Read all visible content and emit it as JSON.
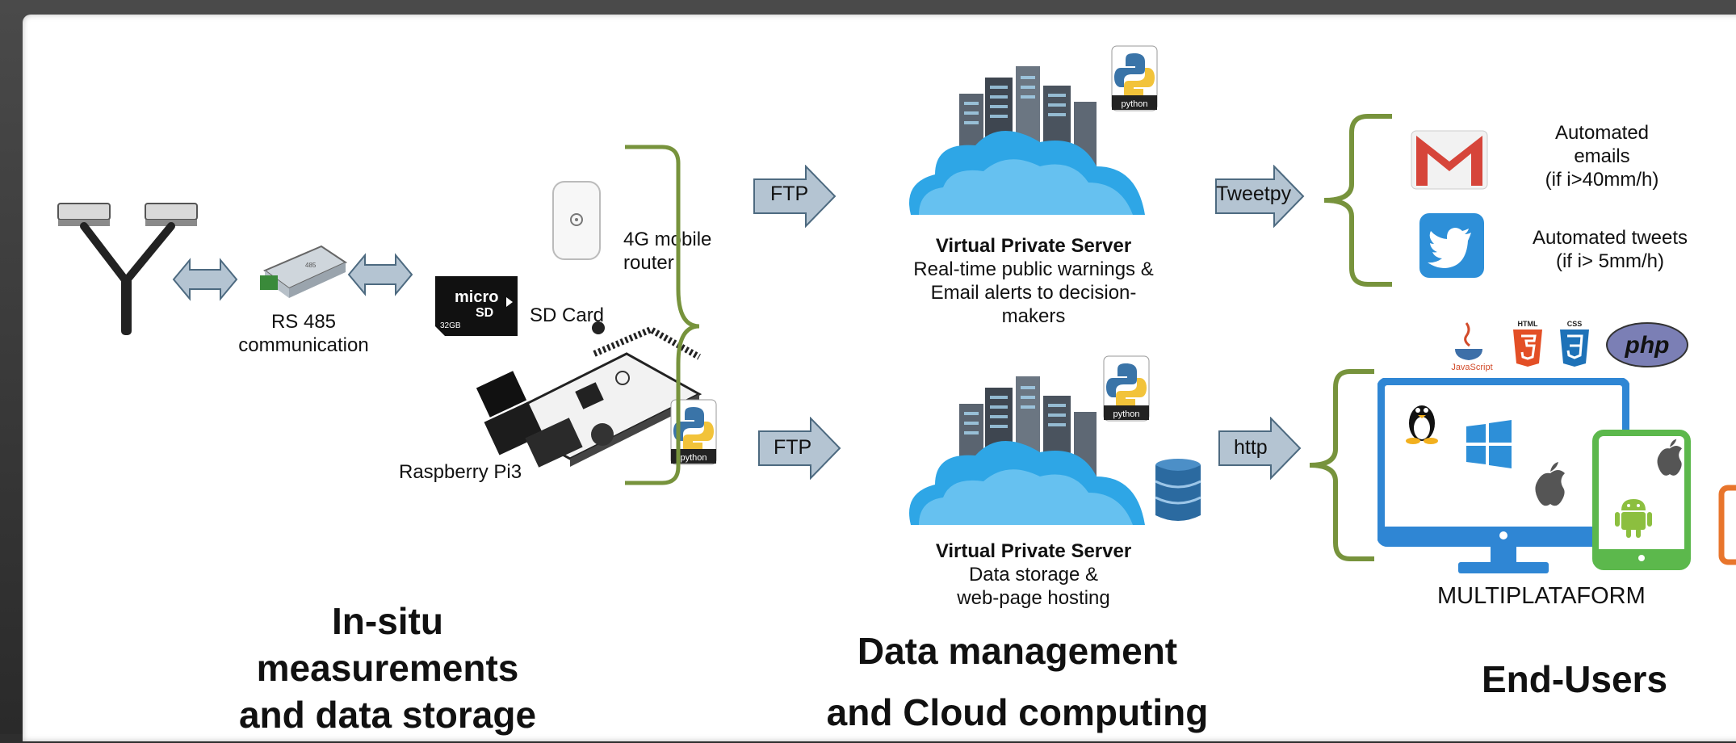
{
  "sensor": {
    "rs485": "RS 485",
    "communication": "communication"
  },
  "sd_card": {
    "label": "SD Card",
    "micro": "micro",
    "sd": "SD",
    "capacity": "32GB"
  },
  "router": {
    "line1": "4G mobile",
    "line2": "router"
  },
  "raspberry": {
    "label": "Raspberry Pi3"
  },
  "python_badge": "python",
  "arrows": {
    "ftp1": "FTP",
    "ftp2": "FTP",
    "tweetpy": "Tweetpy",
    "http": "http"
  },
  "vps1": {
    "title": "Virtual Private Server",
    "line1": "Real-time public warnings &",
    "line2": "Email alerts to decision-",
    "line3": "makers"
  },
  "vps2": {
    "title": "Virtual Private Server",
    "line1": "Data storage &",
    "line2": "web-page hosting"
  },
  "emails": {
    "line1": "Automated",
    "line2": "emails",
    "line3": "(if i>40mm/h)"
  },
  "tweets": {
    "line1": "Automated tweets",
    "line2": "(if i> 5mm/h)"
  },
  "web_logos": {
    "js": "JavaScript",
    "html": "HTML",
    "css": "CSS",
    "php": "php"
  },
  "multiplatform": "MULTIPLATAFORM",
  "sections": {
    "insitu": [
      "In-situ",
      "measurements",
      "and data storage"
    ],
    "cloud": [
      "Data management",
      "and Cloud computing"
    ],
    "endusers": "End-Users"
  },
  "colors": {
    "bracket": "#77933c",
    "arrow_fill": "#b4c4d2",
    "cloud": "#2ea6e6",
    "monitor": "#2f86d4",
    "tablet": "#5cb84c"
  }
}
